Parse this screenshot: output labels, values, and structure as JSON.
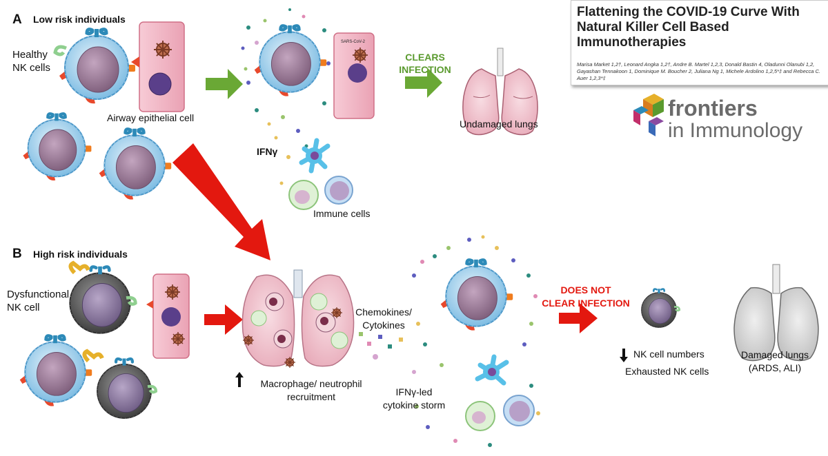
{
  "panel_a": {
    "letter": "A",
    "title": "Low risk individuals",
    "healthy_nk": "Healthy\nNK cells",
    "virus_label": "SARS-CoV-2",
    "airway_label": "Airway epithelial cell",
    "clears": "CLEARS\nINFECTION",
    "undamaged": "Undamaged lungs",
    "ifn": "IFNγ",
    "immune": "Immune cells"
  },
  "panel_b": {
    "letter": "B",
    "title": "High risk individuals",
    "dysfunctional": "Dysfunctional\nNK cell",
    "macrophage": "Macrophage/ neutrophil\nrecruitment",
    "chemokines": "Chemokines/\nCytokines",
    "ifn_storm": "IFNγ-led\ncytokine storm",
    "not_clear": "DOES NOT\nCLEAR INFECTION",
    "nk_numbers": "NK cell numbers",
    "exhausted": "Exhausted NK cells",
    "damaged": "Damaged lungs\n(ARDS, ALI)"
  },
  "paper": {
    "title": "Flattening the COVID-19 Curve With Natural Killer Cell Based Immunotherapies",
    "authors": "Marisa Market 1,2†, Leonard Angka 1,2†, Andre B. Martel 1,2,3, Donald Bastin 4, Oladunni Olanubi 1,2, Gayashan Tennakoon 1, Dominique M. Boucher 2, Juliana Ng 1, Michele Ardolino 1,2,5*‡ and Rebecca C. Auer 1,2,3*‡"
  },
  "journal": {
    "name": "frontiers",
    "sub": "in Immunology"
  },
  "colors": {
    "green_arrow": "#6aa835",
    "red_arrow": "#e3180f",
    "nk_membrane": "#a9d4ee",
    "nucleus": "#9e7f9b",
    "dysfunctional_membrane": "#555555",
    "epithelial": "#f2b8c6",
    "lung_healthy": "#f1c5cf",
    "lung_damaged": "#d8d8d8"
  }
}
